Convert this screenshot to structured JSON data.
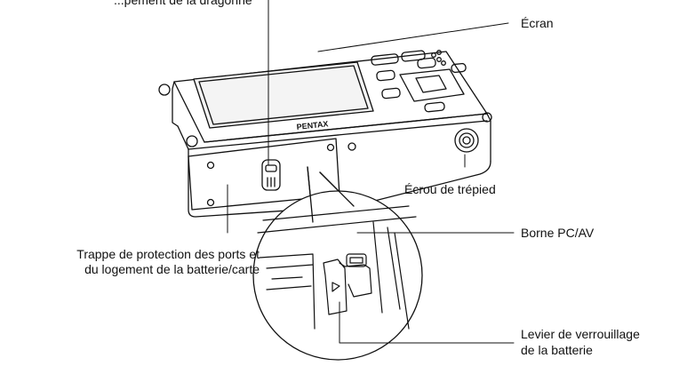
{
  "labels": {
    "top_cut": "...pement de la dragonne",
    "screen": "Écran",
    "tripod": "Écrou de trépied",
    "pc_av": "Borne PC/AV",
    "door_line1": "Trappe de protection des ports et",
    "door_line2": "du logement de la batterie/carte",
    "lever_line1": "Levier de verrouillage",
    "lever_line2": "de la batterie"
  },
  "brand": "PENTAX",
  "colors": {
    "line": "#111111",
    "body": "#ffffff",
    "screen_fill": "#f4f4f4"
  }
}
